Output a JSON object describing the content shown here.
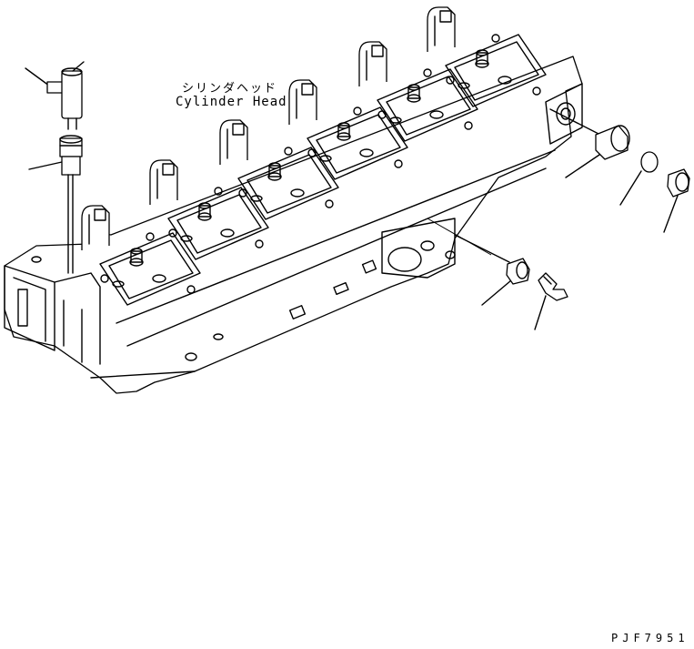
{
  "title_japanese": "シリンダヘッド",
  "title_english": "Cylinder Head",
  "drawing_code": "PJF7951",
  "colors": {
    "line": "#000000",
    "background": "#ffffff"
  }
}
